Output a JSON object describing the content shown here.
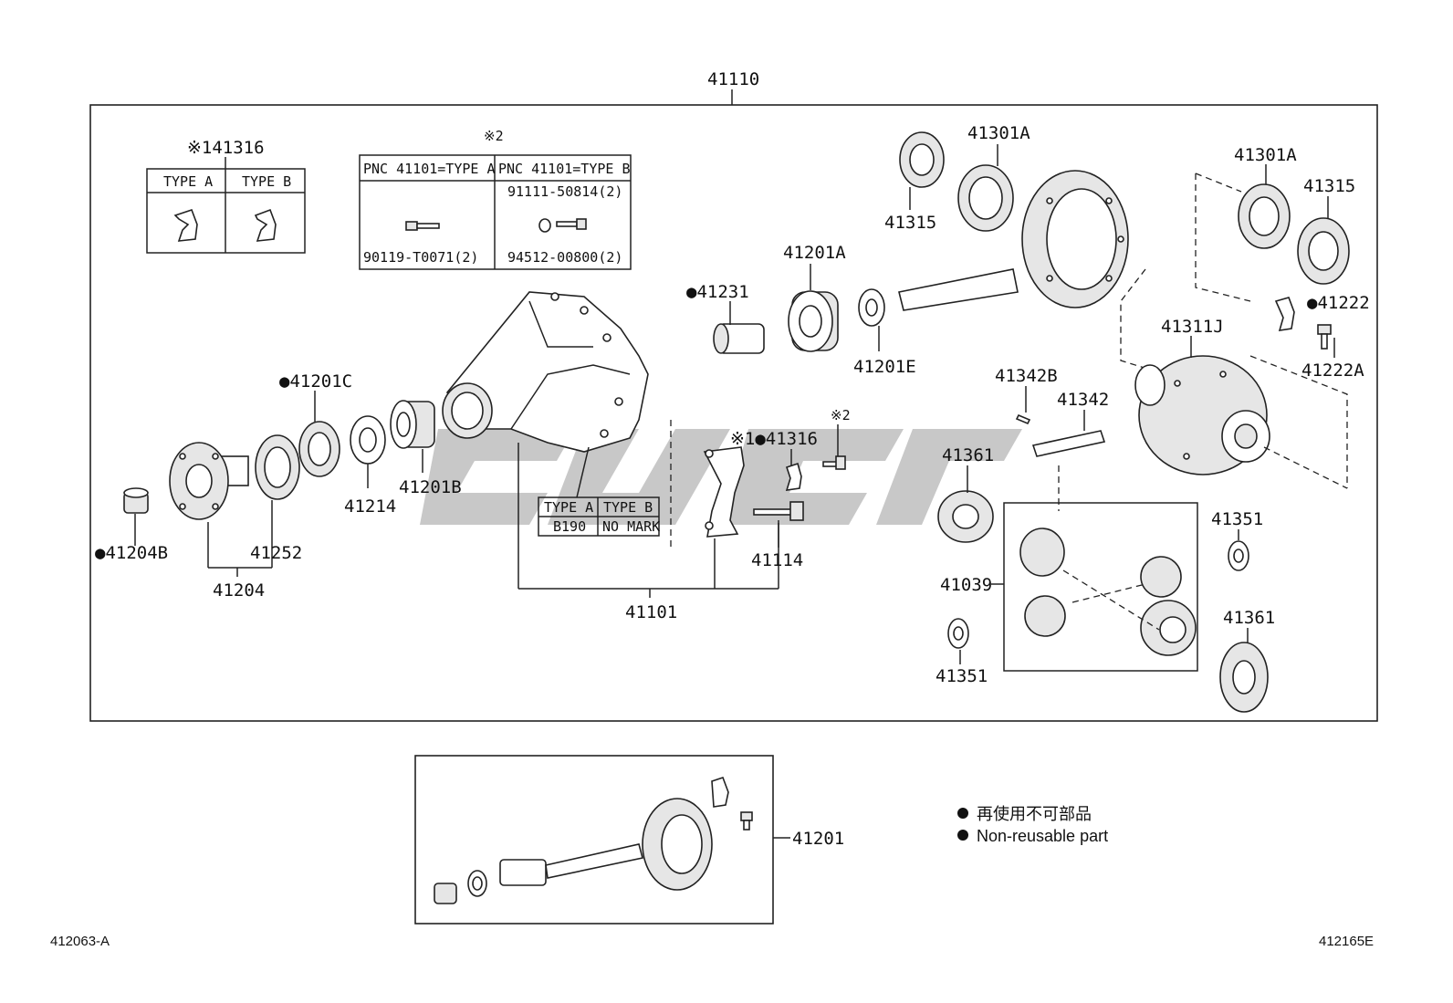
{
  "assembly": {
    "main_label": "41110",
    "sub_label": "41201",
    "carrier_label": "41101"
  },
  "callouts": {
    "c41316_top": "※141316",
    "c41301A_a": "41301A",
    "c41315_a": "41315",
    "c41301A_b": "41301A",
    "c41315_b": "41315",
    "c41231": "●41231",
    "c41201A": "41201A",
    "c41201E": "41201E",
    "c41201C": "●41201C",
    "c41214": "41214",
    "c41201B": "41201B",
    "c41204B": "●41204B",
    "c41252": "41252",
    "c41204": "41204",
    "c41316_mid": "※1●41316",
    "c_note2": "※2",
    "c41114": "41114",
    "c41342B": "41342B",
    "c41342": "41342",
    "c41311J": "41311J",
    "c41222": "●41222",
    "c41222A": "41222A",
    "c41361_a": "41361",
    "c41039": "41039",
    "c41351_a": "41351",
    "c41351_b": "41351",
    "c41361_b": "41361"
  },
  "type_table_top": {
    "header_a": "TYPE A",
    "header_b": "TYPE B"
  },
  "pnc_table": {
    "note": "※2",
    "header_a": "PNC 41101=TYPE A",
    "header_b": "PNC 41101=TYPE B",
    "part_b1": "91111-50814(2)",
    "part_a1": "90119-T0071(2)",
    "part_b2": "94512-00800(2)"
  },
  "carrier_table": {
    "header_a": "TYPE A",
    "header_b": "TYPE B",
    "value_a": "B190",
    "value_b": "NO MARK"
  },
  "legend": {
    "jp": "再使用不可部品",
    "en": "Non-reusable part",
    "bullet": "●"
  },
  "footer": {
    "left_code": "412063-A",
    "right_code": "412165E"
  },
  "watermark": {
    "text": "ᓀᓂᓭ"
  }
}
